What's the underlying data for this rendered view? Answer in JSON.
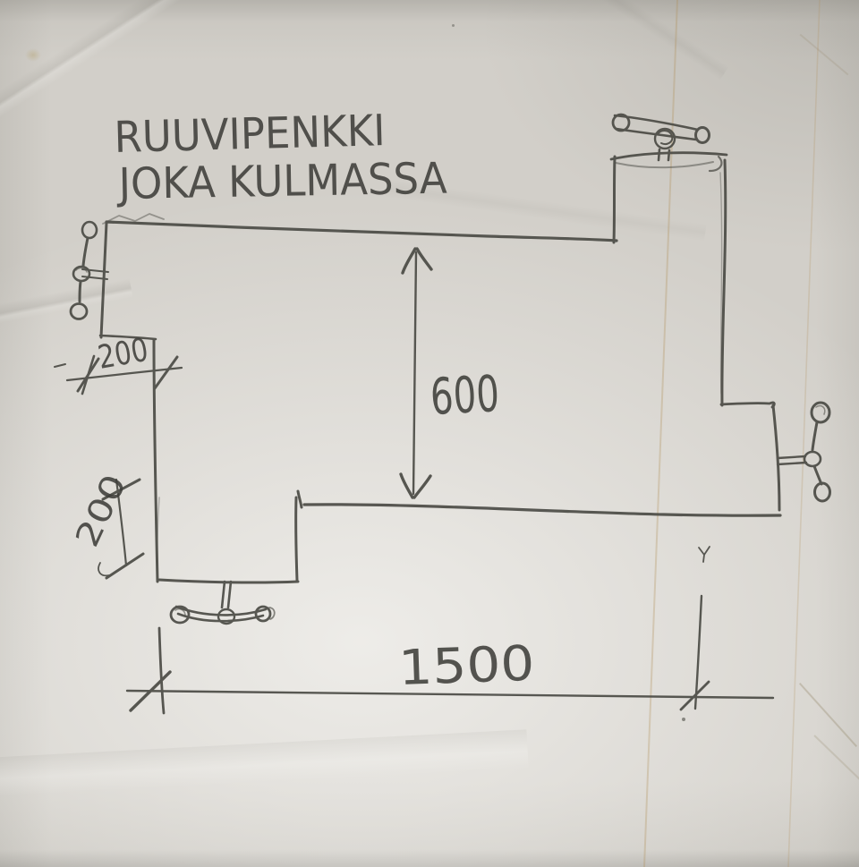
{
  "sketch": {
    "ink_color": "#3e3e39",
    "pencil_color": "#4b4b45",
    "paper_color": "#d2cfc9",
    "title": {
      "line1": "RUUVIPENKKI",
      "line2": "JOKA KULMASSA"
    },
    "dimensions": {
      "inner_depth": "600",
      "left_step_width": "200",
      "left_notch_depth": "200",
      "overall_length": "1500"
    }
  }
}
